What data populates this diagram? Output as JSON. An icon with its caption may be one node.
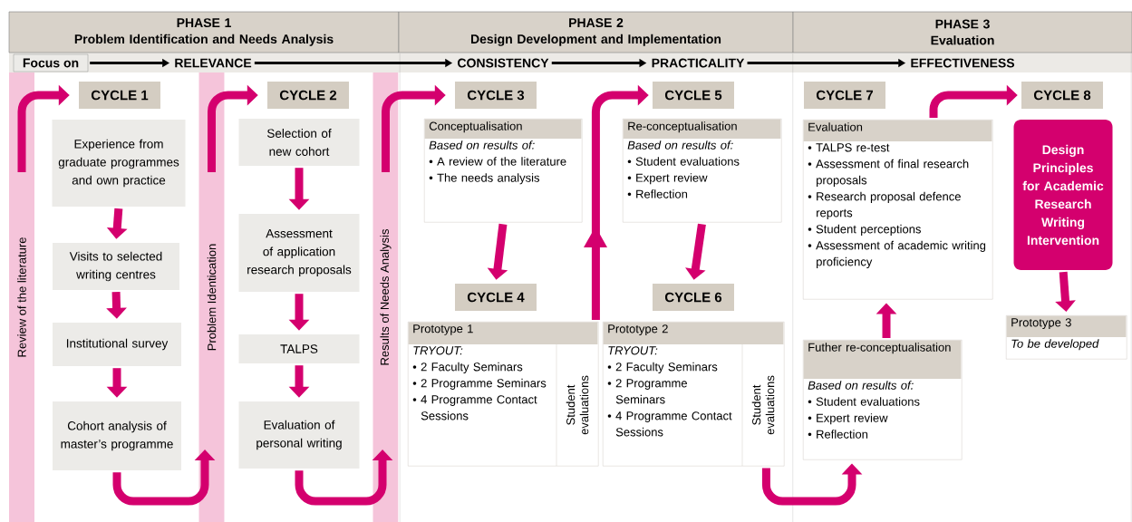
{
  "diagram": {
    "nodes": [
      {
        "text": [
          "PHASE 1",
          "Problem Identification and Needs Analysis"
        ]
      },
      {
        "text": [
          "PHASE 2",
          "Design Development and Implementation"
        ]
      },
      {
        "text": [
          "PHASE 3",
          "Evaluation"
        ]
      },
      {
        "text": [
          "Focus on"
        ]
      },
      {
        "text": [
          "RELEVANCE"
        ]
      },
      {
        "text": [
          "CONSISTENCY"
        ]
      },
      {
        "text": [
          "PRACTICALITY"
        ]
      },
      {
        "text": [
          "EFFECTIVENESS"
        ]
      },
      {
        "text": [
          "Review of the literature"
        ]
      },
      {
        "text": [
          "Problem Identication"
        ]
      },
      {
        "text": [
          "Results of Needs Analysis"
        ]
      },
      {
        "text": [
          "CYCLE 1"
        ]
      },
      {
        "text": [
          "CYCLE 2"
        ]
      },
      {
        "text": [
          "CYCLE 3"
        ]
      },
      {
        "text": [
          "CYCLE 5"
        ]
      },
      {
        "text": [
          "CYCLE 4"
        ]
      },
      {
        "text": [
          "CYCLE 6"
        ]
      },
      {
        "text": [
          "CYCLE 7"
        ]
      },
      {
        "text": [
          "CYCLE 8"
        ]
      },
      {
        "text": [
          "Experience from graduate programmes and own practice"
        ]
      },
      {
        "text": [
          "Visits to selected writing centres"
        ]
      },
      {
        "text": [
          "Institutional survey"
        ]
      },
      {
        "text": [
          "Cohort analysis of master’s programme"
        ]
      },
      {
        "text": [
          "Selection of new cohort"
        ]
      },
      {
        "text": [
          "Assessment of application research proposals"
        ]
      },
      {
        "text": [
          "TALPS"
        ]
      },
      {
        "text": [
          "Evaluation of personal writing"
        ]
      },
      {
        "text": [
          "Conceptualisation",
          "Based on results of:",
          "• A review of the literature",
          "• The needs analysis"
        ]
      },
      {
        "text": [
          "Re-conceptualisation",
          "Based on results of:",
          "• Student evaluations",
          "• Expert review",
          "• Reflection"
        ]
      },
      {
        "text": [
          "Prototype 1",
          "TRYOUT:",
          "• 2 Faculty Seminars",
          "• 2 Programme Seminars",
          "• 4 Programme Contact Sessions",
          "Student evaluations"
        ]
      },
      {
        "text": [
          "Prototype 2",
          "TRYOUT:",
          "• 2 Faculty Seminars",
          "• 2 Programme Seminars",
          "• 4 Programme Contact Sessions",
          "Student evaluations"
        ]
      },
      {
        "text": [
          "Evaluation",
          "• TALPS re-test",
          "• Assessment of final research proposals",
          "• Research proposal defence reports",
          "• Student perceptions",
          "• Assessment of academic writing proficiency"
        ]
      },
      {
        "text": [
          "Design Principles for Academic Research Writing Intervention"
        ]
      },
      {
        "text": [
          "Futher re-conceptualisation",
          "Based on results of:",
          "• Student evaluations",
          "• Expert review",
          "• Reflection"
        ]
      },
      {
        "text": [
          "Prototype 3",
          "To be developed"
        ]
      }
    ],
    "edges": [
      {
        "from": 3,
        "to": 4,
        "arrow": "to",
        "color": "#000000"
      },
      {
        "from": 4,
        "to": 5,
        "arrow": "to",
        "color": "#000000"
      },
      {
        "from": 5,
        "to": 6,
        "arrow": "to",
        "color": "#000000"
      },
      {
        "from": 6,
        "to": 7,
        "arrow": "to",
        "color": "#000000"
      },
      {
        "from": 8,
        "to": 11,
        "arrow": "to"
      },
      {
        "from": 19,
        "to": 20,
        "arrow": "to"
      },
      {
        "from": 20,
        "to": 21,
        "arrow": "to"
      },
      {
        "from": 21,
        "to": 22,
        "arrow": "to"
      },
      {
        "from": 22,
        "to": 9,
        "arrow": "to"
      },
      {
        "from": 9,
        "to": 12,
        "arrow": "to"
      },
      {
        "from": 23,
        "to": 24,
        "arrow": "to"
      },
      {
        "from": 24,
        "to": 25,
        "arrow": "to"
      },
      {
        "from": 25,
        "to": 26,
        "arrow": "to"
      },
      {
        "from": 26,
        "to": 10,
        "arrow": "to"
      },
      {
        "from": 10,
        "to": 13,
        "arrow": "to"
      },
      {
        "from": 27,
        "to": 15,
        "arrow": "to"
      },
      {
        "from": 29,
        "to": 14,
        "arrow": "to"
      },
      {
        "from": 28,
        "to": 16,
        "arrow": "to"
      },
      {
        "from": 30,
        "to": 33,
        "arrow": "to"
      },
      {
        "from": 33,
        "to": 31,
        "arrow": "to"
      },
      {
        "from": 31,
        "to": 18,
        "arrow": "to"
      },
      {
        "from": 32,
        "to": 34,
        "arrow": "to"
      }
    ]
  }
}
